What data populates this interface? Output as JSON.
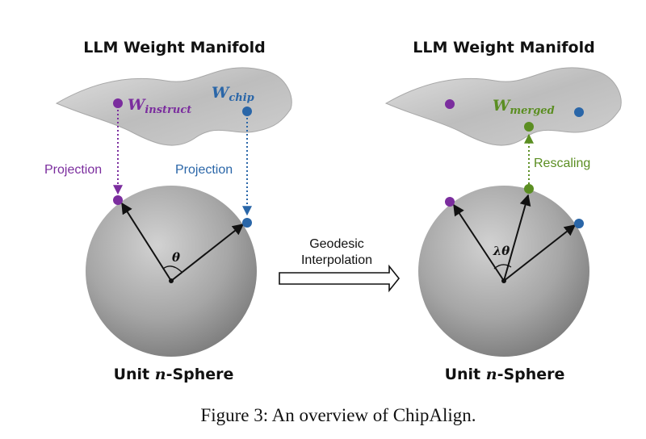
{
  "left_panel": {
    "title": "LLM Weight Manifold",
    "w_instruct": {
      "base": "W",
      "sub": "instruct"
    },
    "w_chip": {
      "base": "W",
      "sub": "chip"
    },
    "projection_left": "Projection",
    "projection_right": "Projection",
    "angle_label": "θ",
    "sphere_label": {
      "prefix": "Unit ",
      "n": "n",
      "suffix": "-Sphere"
    }
  },
  "middle": {
    "arrow_line1": "Geodesic",
    "arrow_line2": "Interpolation"
  },
  "right_panel": {
    "title": "LLM Weight Manifold",
    "w_merged": {
      "base": "W",
      "sub": "merged"
    },
    "rescaling": "Rescaling",
    "angle_label": "λθ",
    "sphere_label": {
      "prefix": "Unit ",
      "n": "n",
      "suffix": "-Sphere"
    }
  },
  "caption": "Figure 3: An overview of ChipAlign.",
  "colors": {
    "purple": "#7B2D9E",
    "blue": "#2A66A8",
    "green": "#5B8E22"
  }
}
